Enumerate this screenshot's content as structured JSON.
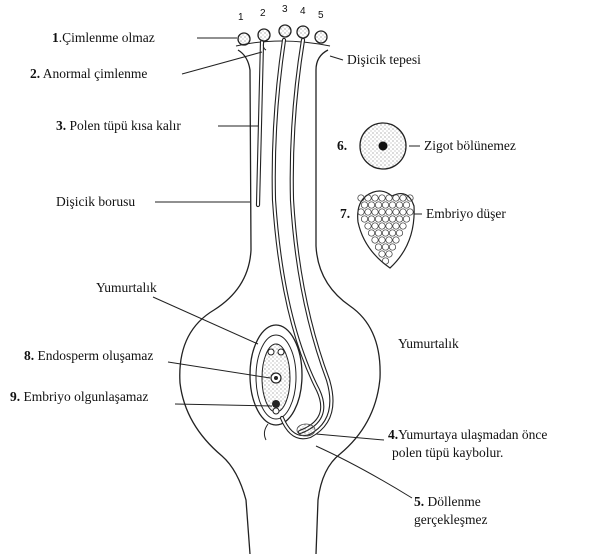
{
  "labels": {
    "l1": {
      "num": "1",
      "text": ".Çimlenme olmaz"
    },
    "l2": {
      "num": "2.",
      "text": " Anormal çimlenme"
    },
    "l3": {
      "num": "3.",
      "text": " Polen tüpü kısa kalır"
    },
    "stigma": "Dişicik tepesi",
    "style": "Dişicik borusu",
    "l6": {
      "num": "6.",
      "text": "Zigot bölünemez"
    },
    "l7": {
      "num": "7.",
      "text": "Embriyo düşer"
    },
    "ovary_left": "Yumurtalık",
    "ovary_right": "Yumurtalık",
    "l8": {
      "num": "8.",
      "text": " Endosperm oluşamaz"
    },
    "l9": {
      "num": "9.",
      "text": " Embriyo olgunlaşamaz"
    },
    "l4": {
      "num": "4.",
      "line1": "Yumurtaya ulaşmadan önce",
      "line2": "polen tüpü kaybolur."
    },
    "l5": {
      "num": "5.",
      "line1": " Döllenme",
      "line2": "gerçekleşmez"
    }
  },
  "pollen_numbers": [
    "1",
    "2",
    "3",
    "4",
    "5"
  ]
}
